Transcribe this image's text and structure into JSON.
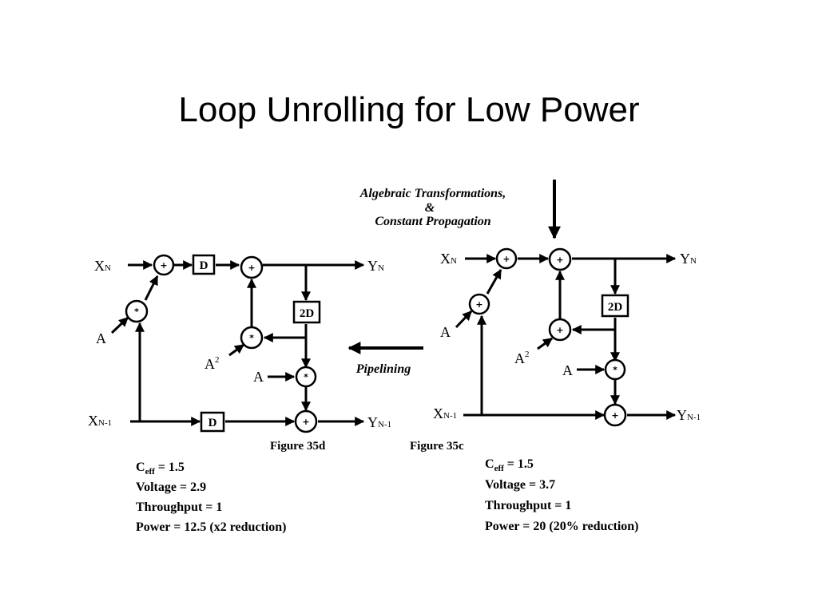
{
  "title": "Loop Unrolling for Low Power",
  "annotations": {
    "transform_line1": "Algebraic Transformations,",
    "transform_line2": "&",
    "transform_line3": "Constant Propagation",
    "pipelining": "Pipelining"
  },
  "fig_d": {
    "caption": "Figure 35d",
    "x_n": "X",
    "x_n_sub": "N",
    "x_n1": "X",
    "x_n1_sub": "N-1",
    "y_n": "Y",
    "y_n_sub": "N",
    "y_n1": "Y",
    "y_n1_sub": "N-1",
    "a1": "A",
    "a2": "A",
    "a2_sup": "2",
    "a3": "A",
    "delay1": "D",
    "delay2": "2D",
    "delay3": "D",
    "stats": {
      "ceff": "C",
      "ceff_sub": "eff",
      "ceff_val": " = 1.5",
      "voltage": "Voltage = 2.9",
      "throughput": "Throughput = 1",
      "power": "Power = 12.5 (x2 reduction)"
    }
  },
  "fig_c": {
    "caption": "Figure 35c",
    "x_n": "X",
    "x_n_sub": "N",
    "x_n1": "X",
    "x_n1_sub": "N-1",
    "y_n": "Y",
    "y_n_sub": "N",
    "y_n1": "Y",
    "y_n1_sub": "N-1",
    "a1": "A",
    "a2": "A",
    "a2_sup": "2",
    "a3": "A",
    "delay1": "2D",
    "stats": {
      "ceff": "C",
      "ceff_sub": "eff",
      "ceff_val": " = 1.5",
      "voltage": "Voltage = 3.7",
      "throughput": "Throughput = 1",
      "power": "Power = 20 (20% reduction)"
    }
  },
  "operators": {
    "plus": "+",
    "times": "*"
  }
}
